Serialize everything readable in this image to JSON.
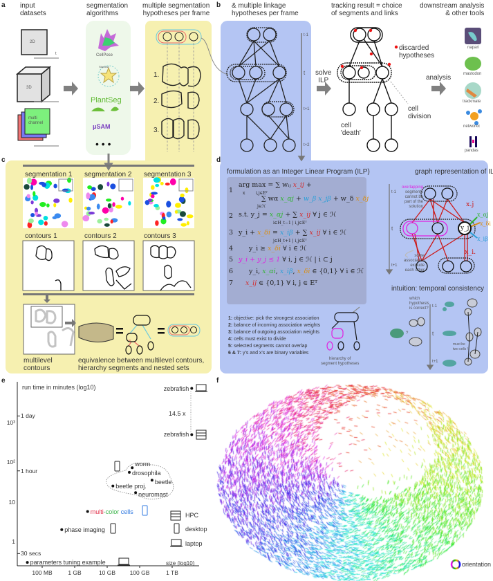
{
  "panels": {
    "a": "a",
    "b": "b",
    "c": "c",
    "d": "d",
    "e": "e",
    "f": "f"
  },
  "a": {
    "input_title": [
      "input",
      "datasets"
    ],
    "seg_title": [
      "segmentation",
      "algorithms"
    ],
    "hyp_title": [
      "multiple segmentation",
      "hypotheses per frame"
    ],
    "datasets": [
      "2D",
      "3D",
      "multi channel"
    ],
    "axis_label": "t",
    "algorithms": [
      "CellPose",
      "StarDist",
      "PlantSeg",
      "μSAM"
    ],
    "more": "• • •",
    "hyp_numbers": [
      "1.",
      "2.",
      "3."
    ]
  },
  "b": {
    "title": [
      "& multiple linkage",
      "hypotheses per frame"
    ],
    "time_labels": [
      "t-1",
      "t",
      "t+1",
      "t+2"
    ],
    "solve": [
      "solve",
      "ILP"
    ],
    "result_title": [
      "tracking result = choice",
      "of segments and links"
    ],
    "discarded": [
      "discarded",
      "hypotheses"
    ],
    "cell_division": [
      "cell",
      "division"
    ],
    "cell_death": [
      "cell",
      "'death'"
    ],
    "analysis": "analysis",
    "downstream_title": [
      "downstream analysis",
      "& other tools"
    ],
    "tools": [
      "napari",
      "mastodon",
      "trackmate",
      "networkx",
      "pandas"
    ]
  },
  "c": {
    "seg_labels": [
      "segmentation 1",
      "segmentation 2",
      "segmentation 3"
    ],
    "contour_labels": [
      "contours 1",
      "contours 2",
      "contours 3"
    ],
    "multilevel": [
      "multilevel",
      "contours"
    ],
    "equivalence": [
      "equivalence between multilevel contours,",
      "hierarchy segments and nested sets"
    ]
  },
  "d": {
    "ilp_title": "formulation as an Integer Linear Program (ILP)",
    "line_numbers": [
      "1",
      "2",
      "3",
      "4",
      "5",
      "6",
      "7"
    ],
    "colors": {
      "x_ij": "#d42a2a",
      "alpha": "#2fb52f",
      "beta": "#2a9fd8",
      "delta": "#d98e14",
      "overlap": "#e020e0"
    },
    "formula": [
      [
        {
          "t": "arg max = ∑ w",
          "c": ""
        },
        {
          "t": "ᵢⱼ ",
          "c": ""
        },
        {
          "t": "x_ij",
          "c": "x_ij"
        },
        {
          "t": " +",
          "c": ""
        }
      ],
      [
        {
          "t": "∑ w",
          "c": ""
        },
        {
          "t": "α",
          "c": ""
        },
        {
          "t": " x_αj",
          "c": "alpha"
        },
        {
          "t": " + ",
          "c": ""
        },
        {
          "t": "w_β x_jβ",
          "c": "beta"
        },
        {
          "t": " + w_δ ",
          "c": ""
        },
        {
          "t": "x_δj",
          "c": "delta"
        }
      ],
      [
        {
          "t": "s.t.   y_j = ",
          "c": ""
        },
        {
          "t": "x_αj",
          "c": "alpha"
        },
        {
          "t": " + ∑ ",
          "c": ""
        },
        {
          "t": "x_ij",
          "c": "x_ij"
        },
        {
          "t": "  ∀ j ∈ ℋ",
          "c": ""
        }
      ],
      [
        {
          "t": "y_i + ",
          "c": ""
        },
        {
          "t": "x_δi",
          "c": "delta"
        },
        {
          "t": " = ",
          "c": ""
        },
        {
          "t": "x_iβ",
          "c": "beta"
        },
        {
          "t": " + ∑ ",
          "c": ""
        },
        {
          "t": "x_ij",
          "c": "x_ij"
        },
        {
          "t": "  ∀ i ∈ ℋ",
          "c": ""
        }
      ],
      [
        {
          "t": "y_i ≥ ",
          "c": ""
        },
        {
          "t": "x_δi",
          "c": "delta"
        },
        {
          "t": "  ∀ i ∈ ℋ",
          "c": ""
        }
      ],
      [
        {
          "t": "y_i + y_j ≤ 1",
          "c": "overlap"
        },
        {
          "t": "  ∀ i, j ∈ ℋ | i ⊂ j",
          "c": ""
        }
      ],
      [
        {
          "t": "y_i, ",
          "c": ""
        },
        {
          "t": "x_αi",
          "c": "alpha"
        },
        {
          "t": ", ",
          "c": ""
        },
        {
          "t": "x_iβ",
          "c": "beta"
        },
        {
          "t": ", ",
          "c": ""
        },
        {
          "t": "x_δi",
          "c": "delta"
        },
        {
          "t": " ∈ {0,1}  ∀ i ∈ ℋ",
          "c": ""
        }
      ],
      [
        {
          "t": "x_ij",
          "c": "x_ij"
        },
        {
          "t": " ∈ {0,1}  ∀ i, j ∈ Eᵀ",
          "c": ""
        }
      ]
    ],
    "subscripts": [
      "i,j∈Eᵀ",
      "j∈ℋ",
      "i∈H_t−1 | i,j∈Eᵀ",
      "j∈H_t+1 | i,j∈Eᵀ",
      "x"
    ],
    "legend": [
      {
        "k": "1:",
        "v": "objective: pick the strongest association"
      },
      {
        "k": "2:",
        "v": "balance of incoming association weights"
      },
      {
        "k": "3:",
        "v": "balance of outgoing association weights"
      },
      {
        "k": "4:",
        "v": "cells must exist to divide"
      },
      {
        "k": "5:",
        "v": "selected segments cannot overlap"
      },
      {
        "k": "6 & 7:",
        "v": "y's and x's are binary variables"
      }
    ],
    "hierarchy_label": [
      "hierarchy of",
      "segment hypotheses"
    ],
    "graph_title": "graph representation of ILP",
    "overlap_note": [
      "overlapping",
      "segments",
      "cannot be",
      "part of the",
      "solution"
    ],
    "exclude_note": [
      "some",
      "association",
      "exclude",
      "each other"
    ],
    "graph_vars": [
      "x.j",
      "x_αj",
      "x_δi",
      "x_iβ",
      "x_i.",
      "y_j"
    ],
    "time_labels": [
      "t-1",
      "t",
      "t+1"
    ],
    "intuition_title": "intuition: temporal consistency",
    "which": [
      "which",
      "hypothesis",
      "is correct?"
    ],
    "question": "?",
    "must_be": [
      "must be",
      "two cells !"
    ]
  },
  "e": {
    "chart_data": {
      "type": "scatter",
      "ylabel": "run time in minutes (log10)",
      "xlabel": "size (log10)",
      "x_scale": "log",
      "y_scale": "log",
      "x_ticks": [
        "100 MB",
        "1 GB",
        "10 GB",
        "100 GB",
        "1 TB"
      ],
      "y_ticks": [
        "1",
        "10",
        "10²",
        "10³"
      ],
      "y_annotations": [
        "30 secs",
        "1 hour",
        "1 day"
      ],
      "points": [
        {
          "label": "zebrafish",
          "x_gb": 4000,
          "y_min": 7100,
          "hardware": "laptop"
        },
        {
          "label": "zebrafish",
          "x_gb": 4000,
          "y_min": 490,
          "hardware": "HPC"
        },
        {
          "label": "worm",
          "x_gb": 59,
          "y_min": 72,
          "hardware": "desktop"
        },
        {
          "label": "drosophila",
          "x_gb": 48,
          "y_min": 55,
          "hardware": "desktop"
        },
        {
          "label": "beetle",
          "x_gb": 240,
          "y_min": 35,
          "hardware": "desktop"
        },
        {
          "label": "beetle proj.",
          "x_gb": 15,
          "y_min": 25,
          "hardware": "desktop"
        },
        {
          "label": "neuromast",
          "x_gb": 75,
          "y_min": 17,
          "hardware": "desktop"
        },
        {
          "label": "multi-color cells",
          "x_gb": 2.5,
          "y_min": 5.7,
          "hardware": "desktop"
        },
        {
          "label": "phase imaging",
          "x_gb": 0.4,
          "y_min": 2,
          "hardware": "desktop"
        },
        {
          "label": "parameters tuning example",
          "x_gb": 0.035,
          "y_min": 0.3,
          "hardware": "laptop"
        }
      ],
      "speedup": "14.5 x",
      "multi_color_parts": [
        {
          "t": "multi",
          "c": "#e0304a"
        },
        {
          "t": "-color",
          "c": "#3bb54a"
        },
        {
          "t": " cells",
          "c": "#2f78e0"
        }
      ],
      "legend": [
        "HPC",
        "desktop",
        "laptop"
      ]
    }
  },
  "f": {
    "legend": "orientation"
  }
}
